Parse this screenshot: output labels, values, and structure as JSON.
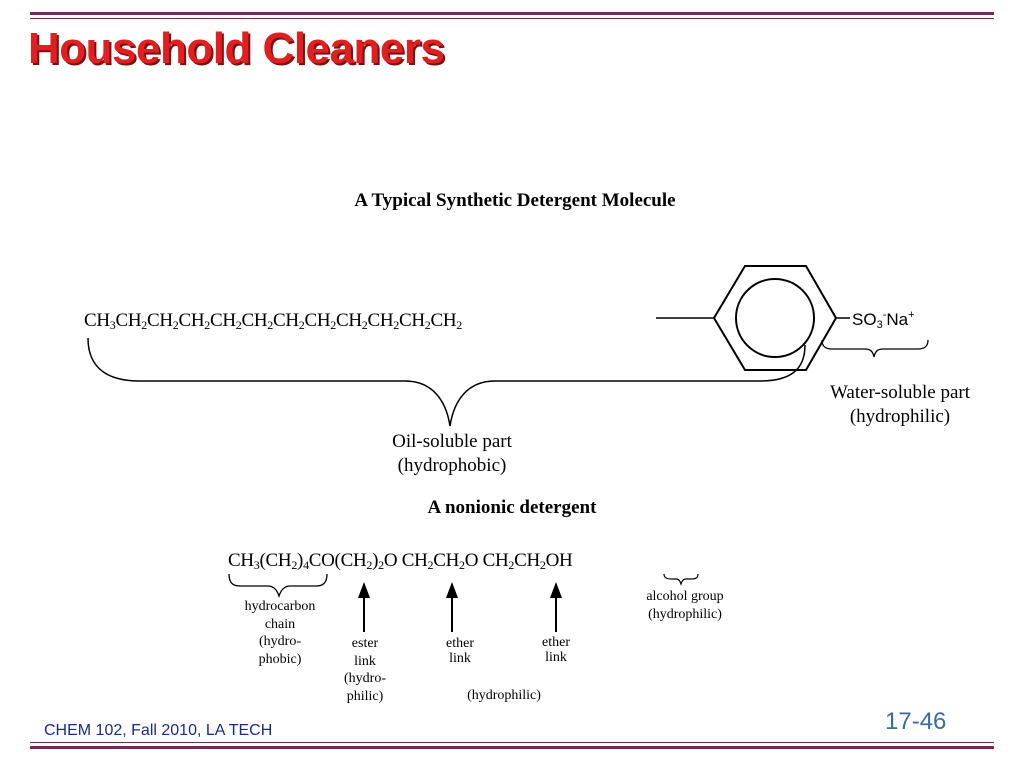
{
  "slide": {
    "title": "Household Cleaners",
    "footer": "CHEM 102, Fall 2010, LA TECH",
    "page_number": "17-46",
    "accent_color": "#e02020",
    "rule_color": "#6b2d55"
  },
  "synthetic": {
    "heading": "A Typical Synthetic Detergent Molecule",
    "formula_parts": [
      "CH",
      "3",
      "CH",
      "2",
      "CH",
      "2",
      "CH",
      "2",
      "CH",
      "2",
      "CH",
      "2",
      "CH",
      "2",
      "CH",
      "2",
      "CH",
      "2",
      "CH",
      "2",
      "CH",
      "2",
      "CH",
      "2"
    ],
    "sulfonate": {
      "so": "SO",
      "sub": "3",
      "sup1": "-",
      "na": "Na",
      "sup2": "+"
    },
    "water_label_line1": "Water-soluble part",
    "water_label_line2": "(hydrophilic)",
    "oil_label_line1": "Oil-soluble part",
    "oil_label_line2": "(hydrophobic)"
  },
  "nonionic": {
    "heading": "A nonionic detergent",
    "formula_parts": [
      "CH",
      "3",
      "(CH",
      "2",
      ")",
      "4",
      "CO(CH",
      "2",
      ")",
      "2",
      "O CH",
      "2",
      "CH",
      "2",
      "O CH",
      "2",
      "CH",
      "2",
      "OH"
    ],
    "hydrocarbon_label": [
      "hydrocarbon",
      "chain",
      "(hydro-",
      "phobic)"
    ],
    "ester_label": [
      "ester",
      "link",
      "(hydro-",
      "philic)"
    ],
    "ether1_label": [
      "ether",
      "link"
    ],
    "ether2_label": [
      "ether",
      "link"
    ],
    "alcohol_label": [
      "alcohol group",
      "(hydrophilic)"
    ],
    "hydrophilic_label": "(hydrophilic)"
  }
}
